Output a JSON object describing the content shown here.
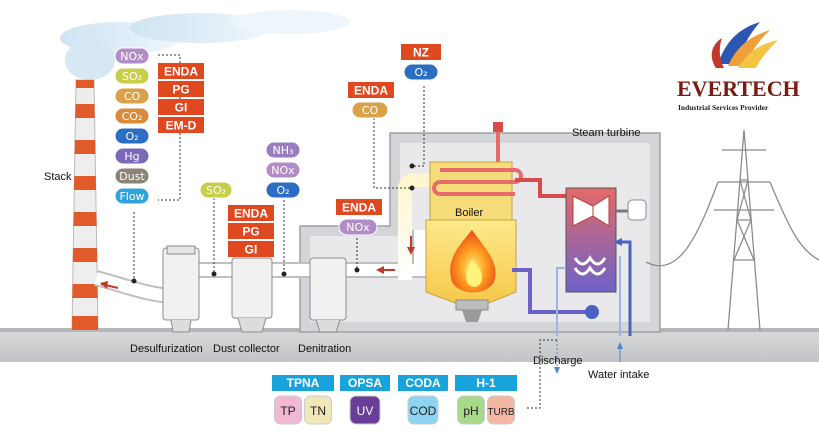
{
  "brand": {
    "name": "EVERTECH",
    "tagline": "Industrial Services Provider",
    "colors": {
      "dark": "#7a1a12",
      "accent": "#e0481f",
      "orange": "#f0a03a",
      "blue": "#2b57b0"
    }
  },
  "equipment": {
    "stack": "Stack",
    "boiler": "Boiler",
    "steam_turbine": "Steam turbine",
    "desulfurization": "Desulfurization",
    "dust_collector": "Dust collector",
    "denitration": "Denitration",
    "discharge": "Discharge",
    "water_intake": "Water intake"
  },
  "stack_gases": [
    "NOx",
    "SO₂",
    "CO",
    "CO₂",
    "O₂",
    "Hg",
    "Dust",
    "Flow"
  ],
  "stack_analyzers": [
    "ENDA",
    "PG",
    "GI",
    "EM-D"
  ],
  "nh3_group": [
    "NH₃",
    "NOx",
    "O₂"
  ],
  "so2_label": "SO₂",
  "mid_analyzers": [
    "ENDA",
    "PG",
    "GI"
  ],
  "denitration_analyzer": {
    "label": "ENDA",
    "gas": "NOx"
  },
  "boiler_top_analyzer": {
    "label": "ENDA",
    "gas": "CO"
  },
  "nz_analyzer": {
    "label": "NZ",
    "gas": "O₂"
  },
  "water_analyzers": [
    {
      "label": "TPNA",
      "color": "#18a3db",
      "items": [
        {
          "name": "TP",
          "color": "#f2b7d2"
        },
        {
          "name": "TN",
          "color": "#efe7b6"
        }
      ]
    },
    {
      "label": "OPSA",
      "color": "#18a3db",
      "items": [
        {
          "name": "UV",
          "color": "#6a3d98"
        }
      ]
    },
    {
      "label": "CODA",
      "color": "#18a3db",
      "items": [
        {
          "name": "COD",
          "color": "#8fd3f2"
        }
      ]
    },
    {
      "label": "H-1",
      "color": "#18a3db",
      "items": [
        {
          "name": "pH",
          "color": "#a8d98a"
        },
        {
          "name": "TURB",
          "color": "#f3b7a4"
        }
      ]
    }
  ]
}
